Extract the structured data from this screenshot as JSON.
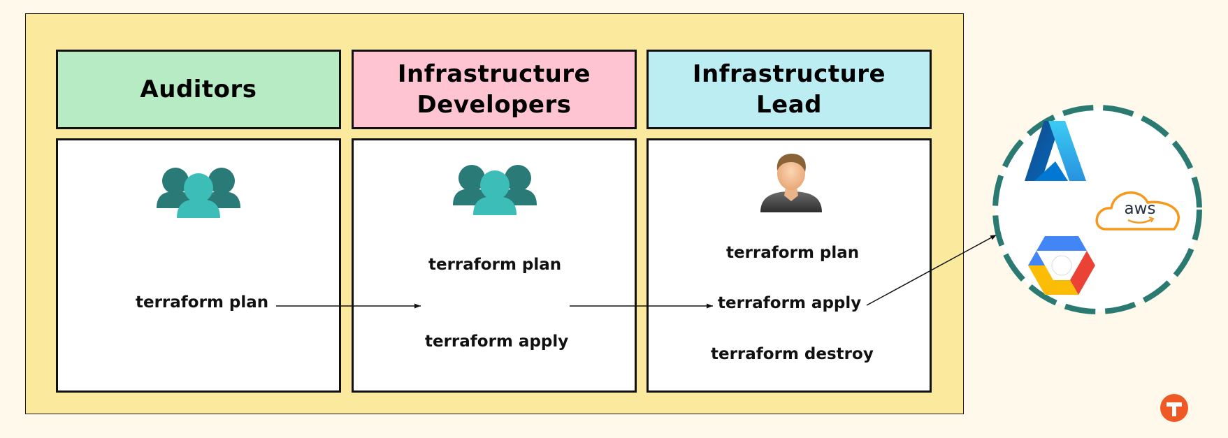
{
  "headers": {
    "auditors": "Auditors",
    "developers": "Infrastructure\nDevelopers",
    "lead": "Infrastructure\nLead"
  },
  "auditors": {
    "commands": [
      "terraform plan"
    ]
  },
  "developers": {
    "commands": [
      "terraform plan",
      "terraform apply"
    ]
  },
  "lead": {
    "commands": [
      "terraform plan",
      "terraform apply",
      "terraform destroy"
    ]
  },
  "cloud": {
    "providers": [
      "azure-logo",
      "aws-logo",
      "google-cloud-logo"
    ],
    "aws_label": "aws"
  },
  "colors": {
    "panel": "#fbe99e",
    "auditors_header": "#b6ebc3",
    "developers_header": "#fec4d2",
    "lead_header": "#bcedf3",
    "team_icon": "#2a7a78",
    "team_icon_front": "#3dbdb8",
    "cloud_ring": "#2a7a72",
    "aws_orange": "#f7981d"
  }
}
